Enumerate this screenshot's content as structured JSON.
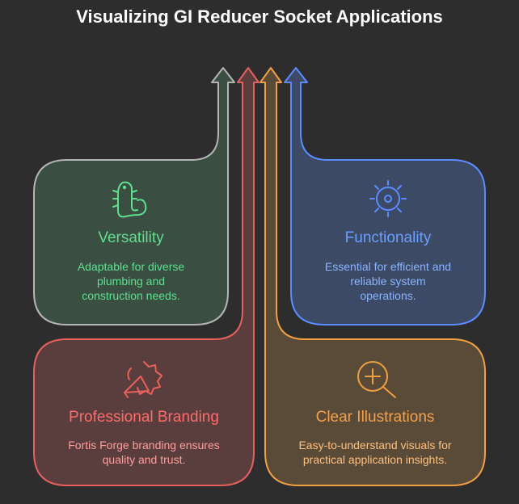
{
  "title": "Visualizing GI Reducer Socket Applications",
  "cards": {
    "versatility": {
      "title": "Versatility",
      "lines": [
        "Adaptable for diverse",
        "plumbing and",
        "construction needs."
      ],
      "icon": "worm-icon"
    },
    "functionality": {
      "title": "Functionality",
      "lines": [
        "Essential for efficient and",
        "reliable system",
        "operations."
      ],
      "icon": "gear-icon"
    },
    "branding": {
      "title": "Professional Branding",
      "lines": [
        "Fortis Forge branding ensures",
        "quality and trust."
      ],
      "icon": "megaphone-badge-icon"
    },
    "illustrations": {
      "title": "Clear Illustrations",
      "lines": [
        "Easy-to-understand visuals for",
        "practical application insights."
      ],
      "icon": "zoom-in-icon"
    }
  },
  "colors": {
    "background": "#2d2d2d",
    "green": "#5ee08f",
    "blue": "#5b8cff",
    "red": "#e8605d",
    "orange": "#f0a040",
    "grey": "#b5b5b5"
  }
}
